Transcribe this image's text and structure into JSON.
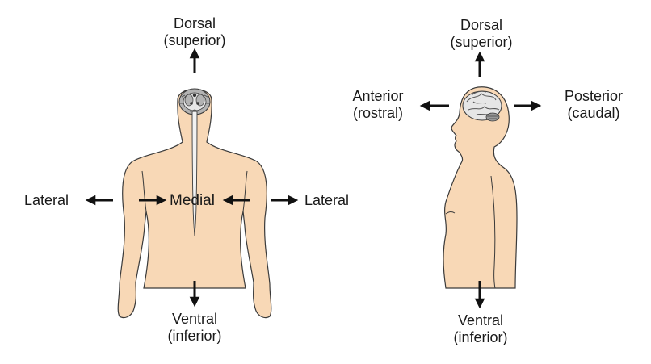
{
  "colors": {
    "skin": "#f8d8b6",
    "outline": "#3a3a3a",
    "arrow": "#111111",
    "brain_gray": "#b3b3b3",
    "brain_light": "#e6e6e6",
    "spinal_cord": "#f2f2f2"
  },
  "front_view": {
    "dorsal": {
      "line1": "Dorsal",
      "line2": "(superior)"
    },
    "ventral": {
      "line1": "Ventral",
      "line2": "(inferior)"
    },
    "lateral_left": "Lateral",
    "lateral_right": "Lateral",
    "medial": "Medial"
  },
  "side_view": {
    "dorsal": {
      "line1": "Dorsal",
      "line2": "(superior)"
    },
    "ventral": {
      "line1": "Ventral",
      "line2": "(inferior)"
    },
    "anterior": {
      "line1": "Anterior",
      "line2": "(rostral)"
    },
    "posterior": {
      "line1": "Posterior",
      "line2": "(caudal)"
    }
  }
}
